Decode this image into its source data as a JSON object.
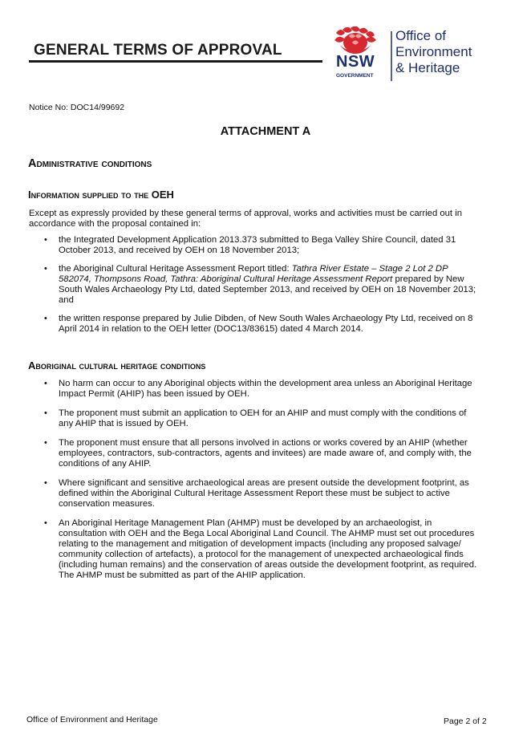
{
  "header": {
    "title": "GENERAL TERMS OF APPROVAL",
    "logo": {
      "nsw": "NSW",
      "government": "GOVERNMENT",
      "agency_line1": "Office of",
      "agency_line2": "Environment",
      "agency_line3": "& Heritage",
      "brand_red": "#d7282f",
      "brand_navy": "#1d2f6b"
    }
  },
  "notice": "Notice No: DOC14/99692",
  "attachment_title": "ATTACHMENT A",
  "sections": {
    "admin_heading": "Administrative conditions",
    "info_heading_prefix": "Information supplied to the",
    "info_heading_oeh": "OEH",
    "info_intro": "Except as expressly provided by these general terms of approval, works and activities must be carried out in accordance with the proposal contained in:",
    "info_items": [
      {
        "text": "the Integrated Development Application 2013.373 submitted to Bega Valley Shire Council, dated  31 October 2013, and received by OEH on 18 November 2013;"
      },
      {
        "before": "the Aboriginal Cultural Heritage Assessment Report titled: ",
        "italic": "Tathra River Estate – Stage 2 Lot 2 DP 582074, Thompsons Road, Tathra: Aboriginal Cultural Heritage Assessment Report",
        "after": " prepared by New South Wales Archaeology Pty Ltd, dated September 2013, and received by OEH on 18 November 2013; and"
      },
      {
        "text": "the written response prepared by Julie Dibden, of  New South Wales Archaeology Pty Ltd, received on 8 April 2014 in relation to the OEH letter (DOC13/83615) dated 4 March 2014."
      }
    ],
    "abor_heading": "Aboriginal cultural heritage conditions",
    "abor_items": [
      "No harm can occur to any Aboriginal objects within the development area unless an Aboriginal Heritage Impact Permit (AHIP) has been issued by OEH.",
      "The proponent must submit an application to OEH for an AHIP and must comply with the conditions of any AHIP that is issued by OEH.",
      "The proponent must ensure that all persons involved in actions or works covered by an AHIP (whether employees, contractors, sub-contractors, agents and invitees) are made aware of, and comply with, the conditions of any AHIP.",
      "Where significant and sensitive archaeological areas are present outside the development footprint, as defined within the Aboriginal Cultural Heritage Assessment Report these must be subject to active conservation measures.",
      "An Aboriginal Heritage Management Plan (AHMP) must be developed by an archaeologist, in consultation with OEH and the Bega Local Aboriginal Land Council. The AHMP must set out procedures relating to the management and mitigation of development impacts (including any proposed salvage/ community collection of artefacts), a protocol for the management of unexpected archaeological finds (including human remains) and the conservation of areas outside the development footprint, as required. The AHMP must be submitted as part of the AHIP application."
    ]
  },
  "footer": {
    "left": "Office of Environment and Heritage",
    "right": "Page 2 of 2"
  }
}
